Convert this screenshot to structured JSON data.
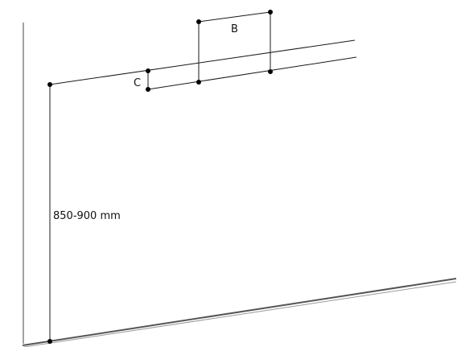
{
  "labels": {
    "height": "850-900 mm",
    "b": "B",
    "c": "C"
  },
  "colors": {
    "line": "#1a1a1a",
    "dot": "#000000",
    "floor": "#666666",
    "wall": "#444444"
  }
}
